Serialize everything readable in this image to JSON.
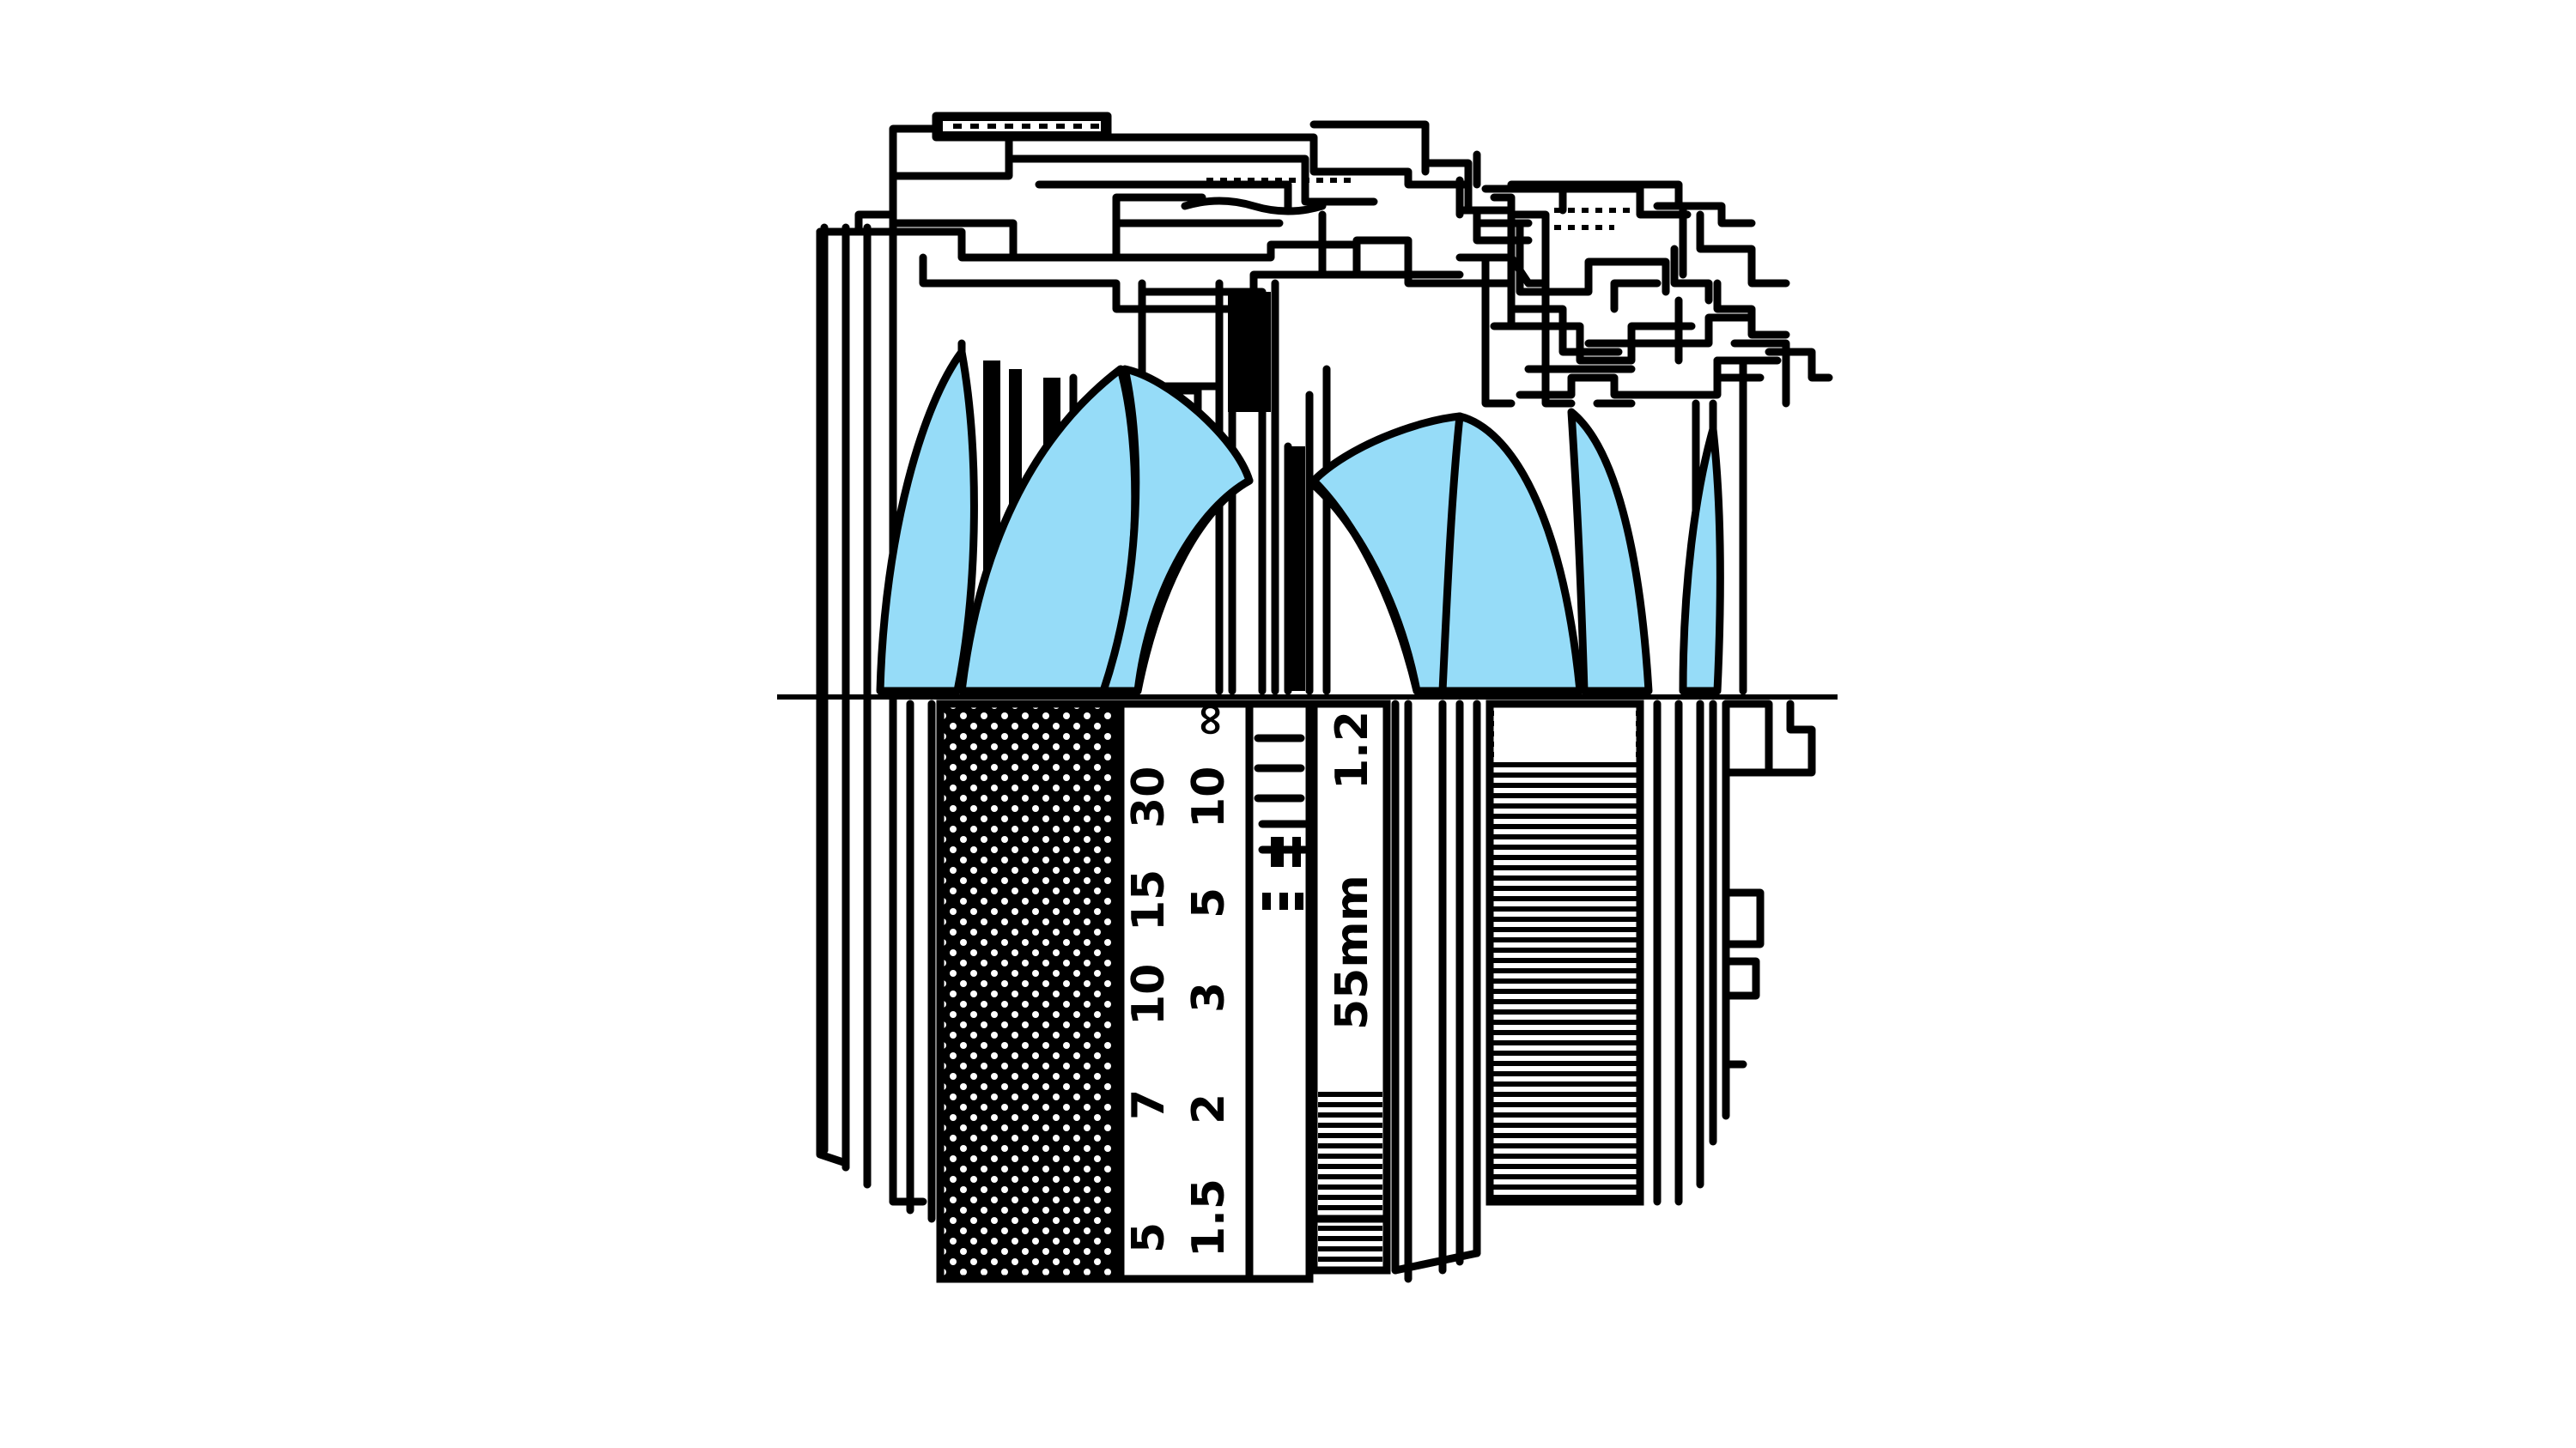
{
  "colors": {
    "glass": "#96dcf8",
    "ink": "#000000",
    "background": "#ffffff"
  },
  "lens": {
    "focal_length_label": "55mm",
    "aperture_label": "1.2",
    "distance_scale_feet": [
      "5",
      "7",
      "10",
      "15",
      "30"
    ],
    "distance_scale_meters": [
      "1.5",
      "2",
      "3",
      "5",
      "10"
    ],
    "infinity_mark": "∞"
  }
}
